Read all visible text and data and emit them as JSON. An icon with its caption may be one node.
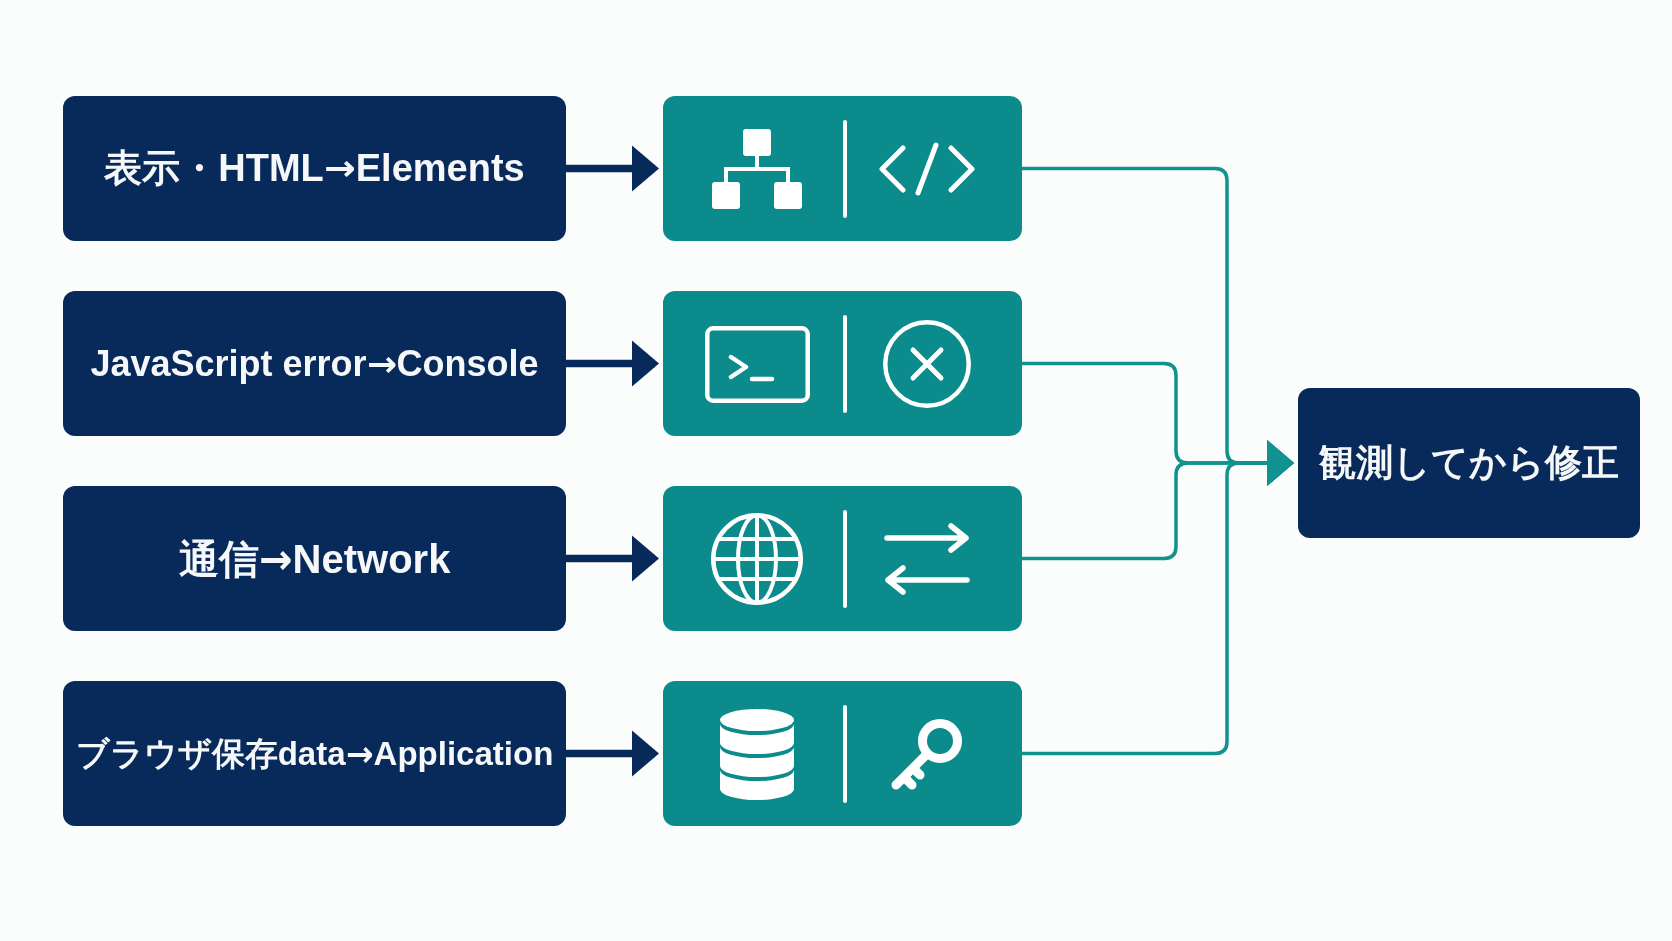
{
  "diagram": {
    "nodes": [
      {
        "text": [
          "表示・HTML→Elements"
        ]
      },
      {
        "text": [],
        "shape": "box"
      },
      {
        "text": [
          "JavaScript error→Console"
        ]
      },
      {
        "text": [],
        "shape": "box"
      },
      {
        "text": [
          "通信→Network"
        ]
      },
      {
        "text": [],
        "shape": "box"
      },
      {
        "text": [
          "ブラウザ保存data→Application"
        ]
      },
      {
        "text": [],
        "shape": "box"
      },
      {
        "text": [
          "観測してから修正"
        ]
      }
    ],
    "edges": [
      {
        "from": 0,
        "to": 1,
        "arrow": "to",
        "style": "thick"
      },
      {
        "from": 2,
        "to": 3,
        "arrow": "to",
        "style": "thick"
      },
      {
        "from": 4,
        "to": 5,
        "arrow": "to",
        "style": "thick"
      },
      {
        "from": 6,
        "to": 7,
        "arrow": "to",
        "style": "thick"
      },
      {
        "from": 1,
        "to": 8,
        "arrow": "to",
        "color": "#12928f"
      },
      {
        "from": 3,
        "to": 8,
        "arrow": "to",
        "color": "#12928f"
      },
      {
        "from": 5,
        "to": 8,
        "arrow": "to",
        "color": "#12928f"
      },
      {
        "from": 7,
        "to": 8,
        "arrow": "to",
        "color": "#12928f"
      }
    ]
  }
}
